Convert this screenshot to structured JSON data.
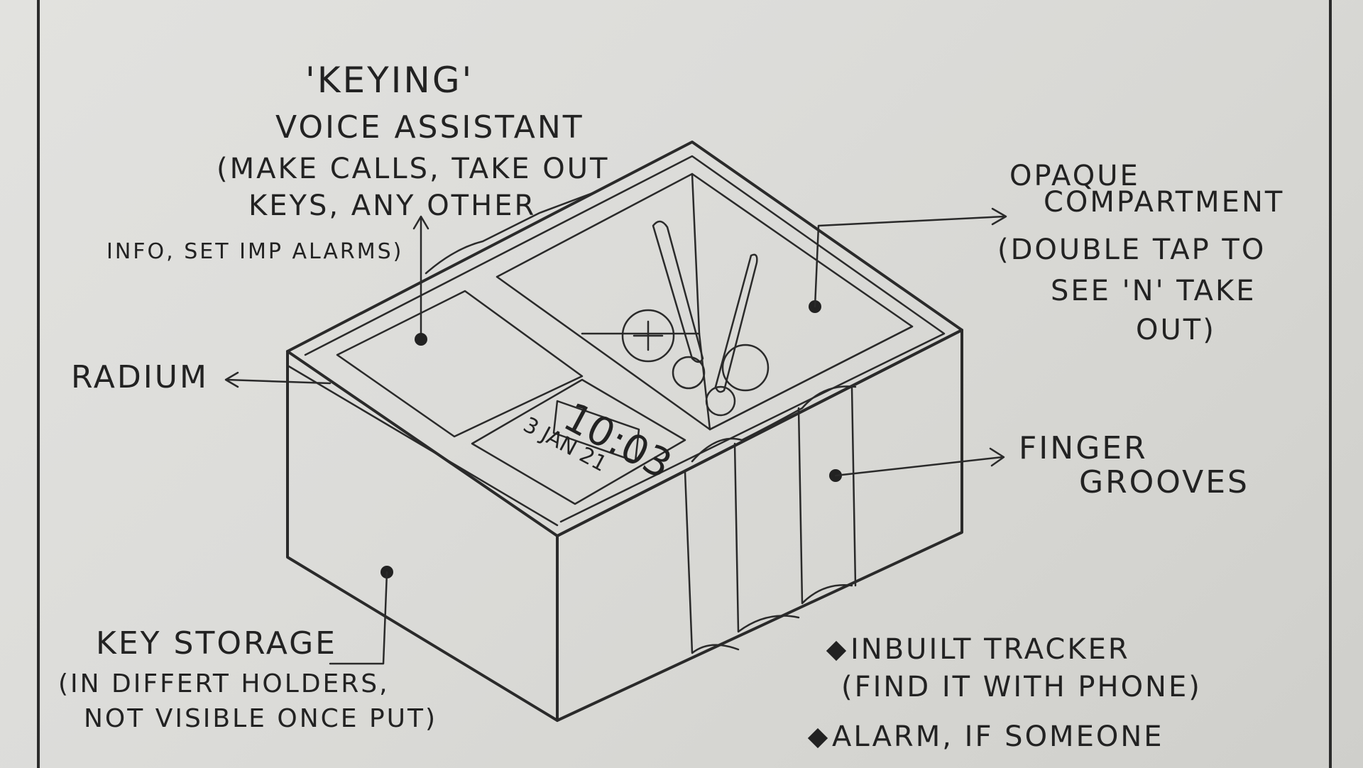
{
  "labels": {
    "keying": "'KEYING'",
    "voice_assistant": "VOICE ASSISTANT",
    "va_line1": "(MAKE CALLS, TAKE OUT",
    "va_line2": "KEYS, ANY OTHER",
    "va_line3": "INFO, SET IMP ALARMS)",
    "radium": "RADIUM",
    "opaque_line1": "OPAQUE",
    "opaque_line2": "COMPARTMENT",
    "opaque_line3": "(DOUBLE TAP TO",
    "opaque_line4": "SEE 'N' TAKE",
    "opaque_line5": "OUT)",
    "finger_line1": "FINGER",
    "finger_line2": "GROOVES",
    "key_storage_line1": "KEY STORAGE",
    "key_storage_line2": "(IN DIFFERT HOLDERS,",
    "key_storage_line3": "NOT VISIBLE ONCE PUT)",
    "note1_line1": "INBUILT TRACKER",
    "note1_line2": "(FIND IT WITH PHONE)",
    "note2_line1": "ALARM, IF SOMEONE"
  },
  "display": {
    "time": "10:03",
    "date": "3 JAN 21"
  },
  "colors": {
    "paper": "#dcdcd9",
    "ink": "#2a2a2a"
  }
}
